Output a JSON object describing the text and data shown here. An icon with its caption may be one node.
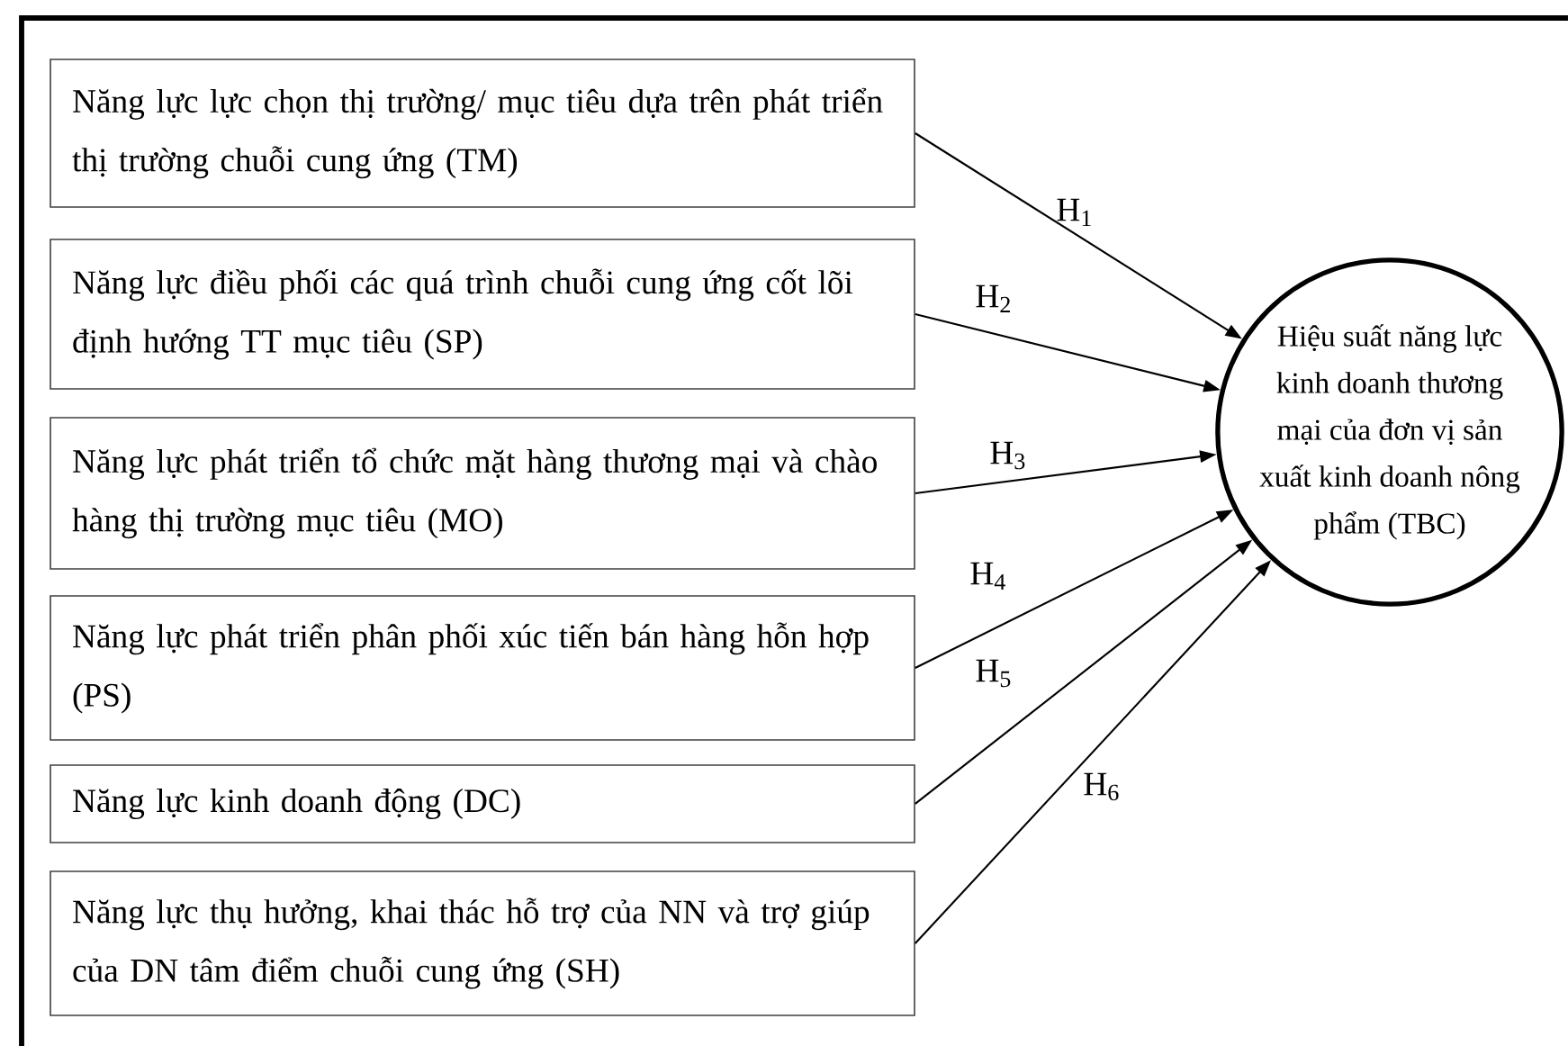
{
  "diagram": {
    "nodes": [
      {
        "text": [
          "Năng lực lực chọn thị trường/ mục tiêu dựa trên phát triển thị trường chuỗi cung ứng (TM)"
        ]
      },
      {
        "text": [
          "Năng lực điều phối các quá trình chuỗi cung ứng cốt lõi định hướng TT mục tiêu (SP)"
        ]
      },
      {
        "text": [
          "Năng lực phát triển tổ chức mặt hàng thương mại và chào hàng thị trường mục tiêu (MO)"
        ]
      },
      {
        "text": [
          "Năng lực phát triển phân phối xúc tiến bán hàng hỗn hợp (PS)"
        ]
      },
      {
        "text": [
          "Năng lực kinh doanh động (DC)"
        ]
      },
      {
        "text": [
          "Năng lực thụ hưởng, khai thác hỗ trợ của NN và trợ giúp của DN tâm điểm chuỗi cung ứng (SH)"
        ]
      },
      {
        "text": [
          "Hiệu suất năng lực kinh doanh thương mại của đơn vị sản xuất kinh doanh nông phẩm (TBC)"
        ]
      }
    ],
    "edges": [
      {
        "from": 0,
        "to": 6,
        "arrow": "to",
        "label": "H$_{1}$"
      },
      {
        "from": 1,
        "to": 6,
        "arrow": "to",
        "label": "H$_{2}$"
      },
      {
        "from": 2,
        "to": 6,
        "arrow": "to",
        "label": "H$_{3}$"
      },
      {
        "from": 3,
        "to": 6,
        "arrow": "to",
        "label": "H$_{4}$"
      },
      {
        "from": 4,
        "to": 6,
        "arrow": "to",
        "label": "H$_{5}$"
      },
      {
        "from": 5,
        "to": 6,
        "arrow": "to",
        "label": "H$_{6}$"
      }
    ]
  }
}
